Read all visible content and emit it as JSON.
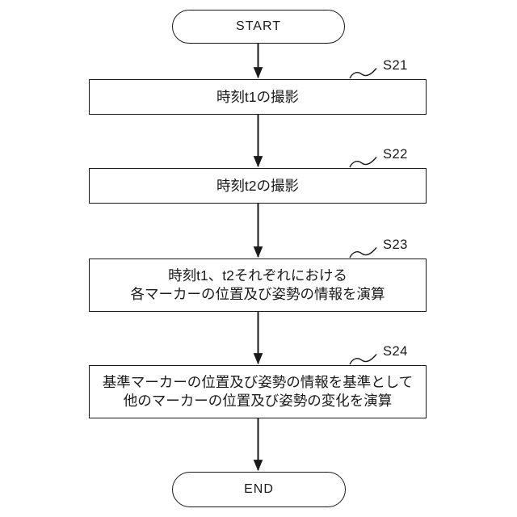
{
  "colors": {
    "ink": "#1a1a1a",
    "background": "#ffffff"
  },
  "flowchart": {
    "start_label": "START",
    "end_label": "END",
    "steps": [
      {
        "id": "S21",
        "text": "時刻t1の撮影"
      },
      {
        "id": "S22",
        "text": "時刻t2の撮影"
      },
      {
        "id": "S23",
        "text": "時刻t1、t2それぞれにおける\n各マーカーの位置及び姿勢の情報を演算"
      },
      {
        "id": "S24",
        "text": "基準マーカーの位置及び姿勢の情報を基準として\n他のマーカーの位置及び姿勢の変化を演算"
      }
    ]
  }
}
